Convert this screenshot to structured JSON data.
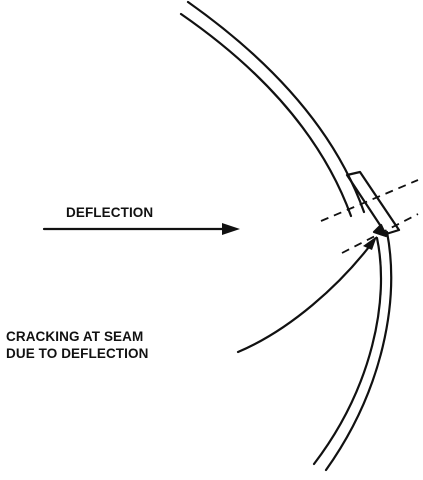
{
  "labels": {
    "deflection": "DEFLECTION",
    "cracking_line1": "CRACKING AT SEAM",
    "cracking_line2": "DUE TO DEFLECTION"
  },
  "colors": {
    "ink": "#111111",
    "background": "#ffffff"
  }
}
